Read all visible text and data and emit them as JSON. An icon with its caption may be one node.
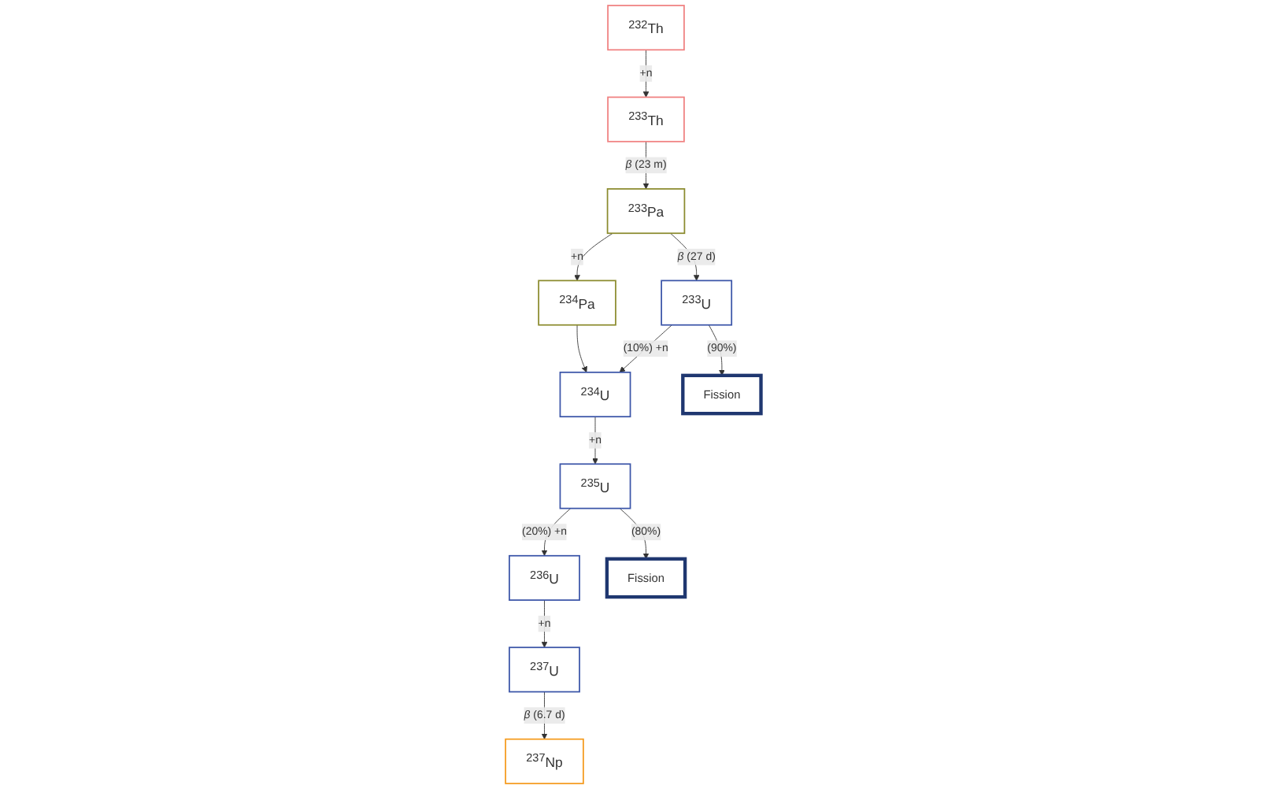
{
  "diagram": {
    "nodes": [
      {
        "text": [
          "$^{232}$Th"
        ]
      },
      {
        "text": [
          "$^{233}$Th"
        ]
      },
      {
        "text": [
          "$^{233}$Pa"
        ]
      },
      {
        "text": [
          "$^{234}$Pa"
        ]
      },
      {
        "text": [
          "$^{233}$U"
        ]
      },
      {
        "text": [
          "$^{234}$U"
        ]
      },
      {
        "text": [
          "$^{235}$U"
        ]
      },
      {
        "text": [
          "$^{236}$U"
        ]
      },
      {
        "text": [
          "$^{237}$U"
        ]
      },
      {
        "text": [
          "Fission"
        ]
      },
      {
        "text": [
          "Fission"
        ]
      },
      {
        "text": [
          "$^{237}$Np"
        ]
      }
    ],
    "edges": [
      {
        "from": 0,
        "to": 1,
        "arrow": "to",
        "label": "+n"
      },
      {
        "from": 1,
        "to": 2,
        "arrow": "to",
        "label": "*β* (23 m)"
      },
      {
        "from": 2,
        "to": 3,
        "arrow": "to",
        "label": "+n"
      },
      {
        "from": 2,
        "to": 4,
        "arrow": "to",
        "label": "*β* (27 d)"
      },
      {
        "from": 3,
        "to": 5,
        "arrow": "to"
      },
      {
        "from": 4,
        "to": 5,
        "arrow": "to",
        "label": "(10%) +n"
      },
      {
        "from": 5,
        "to": 6,
        "arrow": "to",
        "label": "+n"
      },
      {
        "from": 6,
        "to": 7,
        "arrow": "to",
        "label": "(20%) +n"
      },
      {
        "from": 7,
        "to": 8,
        "arrow": "to",
        "label": "+n"
      },
      {
        "from": 4,
        "to": 9,
        "arrow": "to",
        "label": "(90%)"
      },
      {
        "from": 6,
        "to": 10,
        "arrow": "to",
        "label": "(80%)"
      },
      {
        "from": 8,
        "to": 11,
        "arrow": "to",
        "label": "*β* (6.7 d)"
      }
    ]
  }
}
